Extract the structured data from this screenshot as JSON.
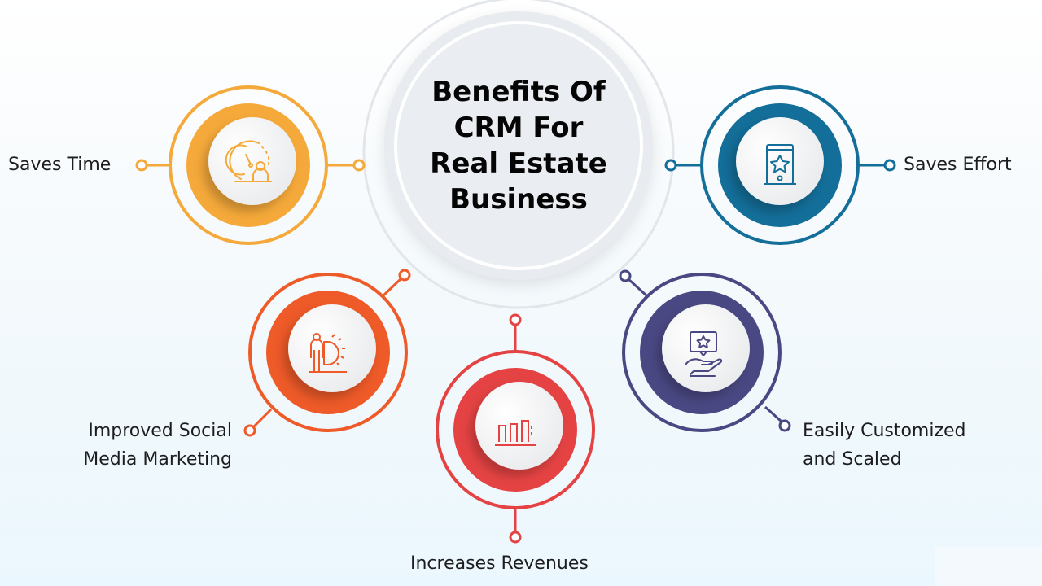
{
  "title": {
    "lines": [
      "Benefits Of",
      "CRM For",
      "Real Estate",
      "Business"
    ]
  },
  "benefits": [
    {
      "label_lines": [
        "Saves Time"
      ],
      "icon": "clock-person-icon",
      "color": "#F5A93A"
    },
    {
      "label_lines": [
        "Saves Effort"
      ],
      "icon": "phone-star-icon",
      "color": "#136E99"
    },
    {
      "label_lines": [
        "Improved Social",
        "Media Marketing"
      ],
      "icon": "person-gear-icon",
      "color": "#EE5A28"
    },
    {
      "label_lines": [
        "Increases Revenues"
      ],
      "icon": "bar-chart-icon",
      "color": "#E54343"
    },
    {
      "label_lines": [
        "Easily Customized",
        "and Scaled"
      ],
      "icon": "hand-star-icon",
      "color": "#4A4883"
    }
  ],
  "colors": {
    "yellow": "#F5A93A",
    "blue": "#136E99",
    "orange": "#EE5A28",
    "red": "#E54343",
    "navy": "#4A4883",
    "center_gray": "#E8EBEF",
    "arc_gray": "#E2E5EA"
  }
}
